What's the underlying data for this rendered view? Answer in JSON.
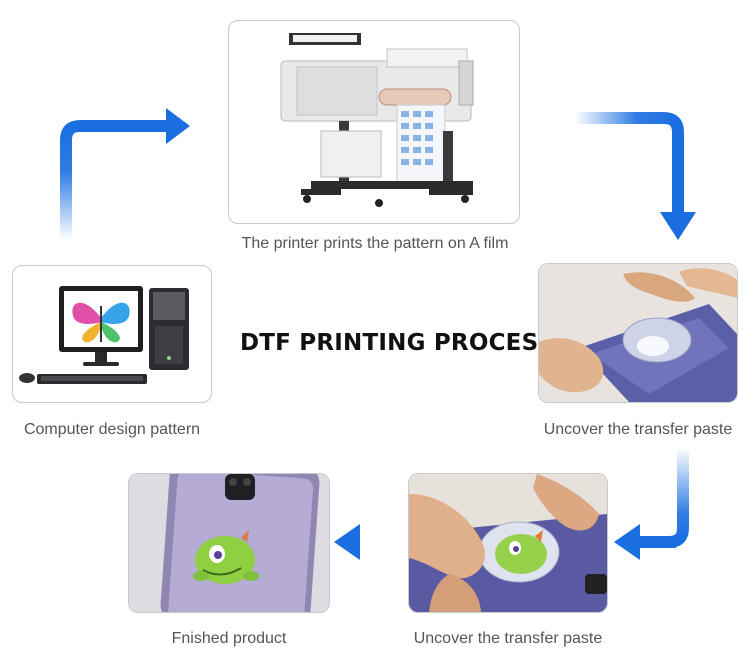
{
  "title": "DTF PRINTING PROCESS",
  "steps": {
    "computer": {
      "caption": "Computer design pattern"
    },
    "printer": {
      "caption": "The printer prints the pattern on A film"
    },
    "uncover_top": {
      "caption": "Uncover the transfer paste"
    },
    "uncover_bottom": {
      "caption": "Uncover the transfer paste"
    },
    "finished": {
      "caption": "Fnished product"
    }
  },
  "colors": {
    "arrow": "#1a6ee0",
    "caption": "#555555",
    "title": "#111111"
  }
}
